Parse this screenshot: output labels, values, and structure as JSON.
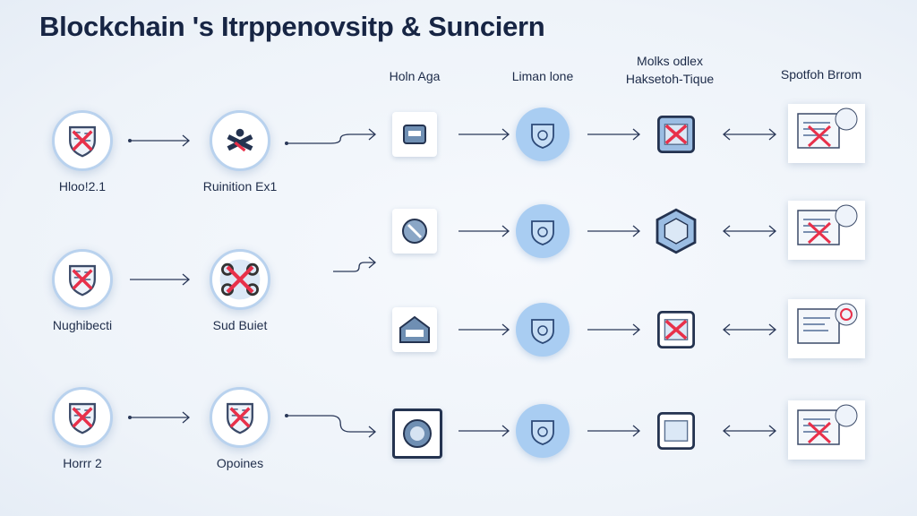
{
  "title": "Blockchain 's Itrppenovsitp & Sunciern",
  "column_headers": [
    "Holn Aga",
    "Liman lone",
    "Molks odlex\nHaksetoh-Tique",
    "Spotfoh Brrom"
  ],
  "left_nodes": [
    {
      "label": "Hloo!2.1",
      "icon": "shield-cross-icon"
    },
    {
      "label": "Nughibecti",
      "icon": "shield-cross-icon"
    },
    {
      "label": "Horrr 2",
      "icon": "shield-cross-icon"
    }
  ],
  "middle_nodes": [
    {
      "label": "Ruinition Ex1",
      "icon": "tools-icon"
    },
    {
      "label": "Sud Buiet",
      "icon": "network-cross-icon"
    },
    {
      "label": "Opoines",
      "icon": "shield-cross-icon"
    }
  ],
  "colors": {
    "accent_blue": "#a9cdf2",
    "ring": "#b9d2ee",
    "cross": "#e8304a",
    "ink": "#172544"
  }
}
